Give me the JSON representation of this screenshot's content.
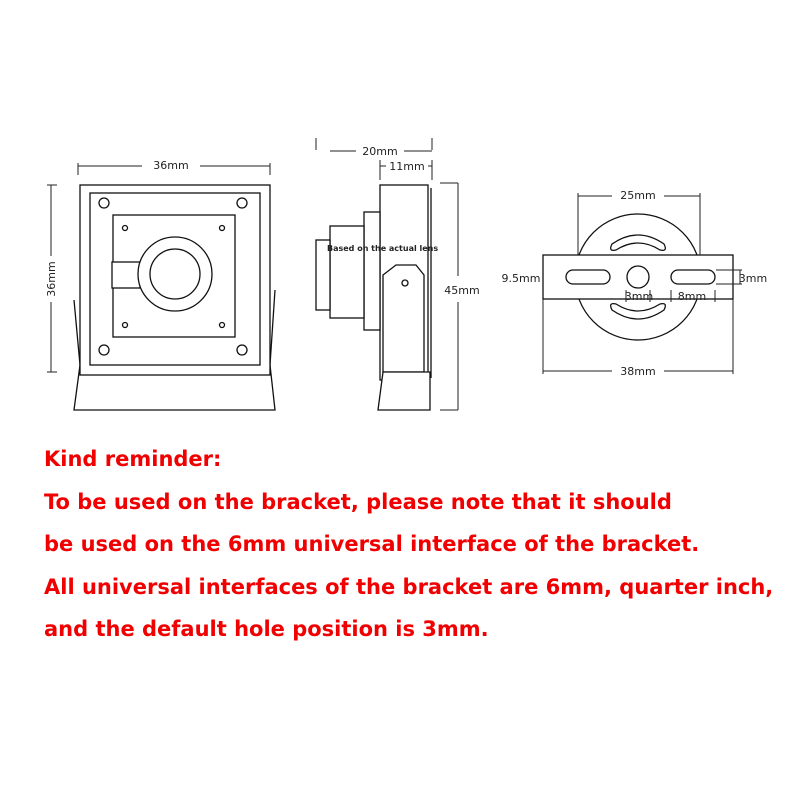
{
  "front_view": {
    "width_label": "36mm",
    "height_label": "36mm"
  },
  "side_view": {
    "depth_label": "20mm",
    "body_label": "11mm",
    "height_label": "45mm",
    "lens_note": "Based on the actual lens"
  },
  "bracket_view": {
    "top_width_label": "25mm",
    "bottom_width_label": "38mm",
    "left_label": "9.5mm",
    "right_label": "3mm",
    "hole_label": "3mm",
    "slot_label": "8mm"
  },
  "reminder": {
    "title": "Kind reminder:",
    "lines": [
      "To be used on the bracket, please note that it should",
      "be used on the 6mm universal interface of the bracket.",
      "All universal interfaces of the bracket are 6mm, quarter inch,",
      "and the default hole position is 3mm."
    ]
  },
  "colors": {
    "text_accent": "#f00000",
    "line": "#111111"
  }
}
